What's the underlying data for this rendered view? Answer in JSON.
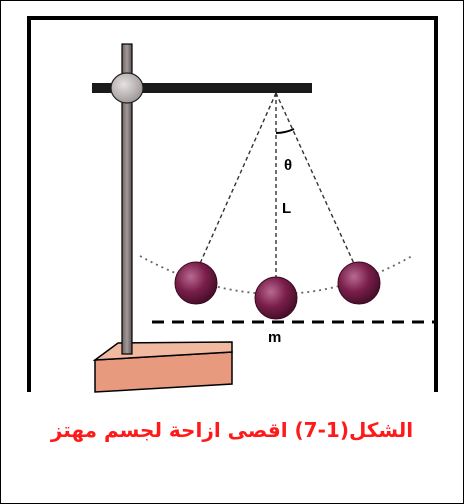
{
  "figure": {
    "labels": {
      "angle": "θ",
      "length": "L",
      "mass": "m"
    },
    "colors": {
      "ball": "#7a1f4a",
      "ball_highlight": "#b86a93",
      "base": "#e79a7e",
      "stand_knob": "#c9c4c4",
      "rod": "#8c8080"
    }
  },
  "caption": {
    "text": "الشكل(1-7) اقصى ازاحة لجسم مهتز",
    "color": "#ff1a1a"
  }
}
